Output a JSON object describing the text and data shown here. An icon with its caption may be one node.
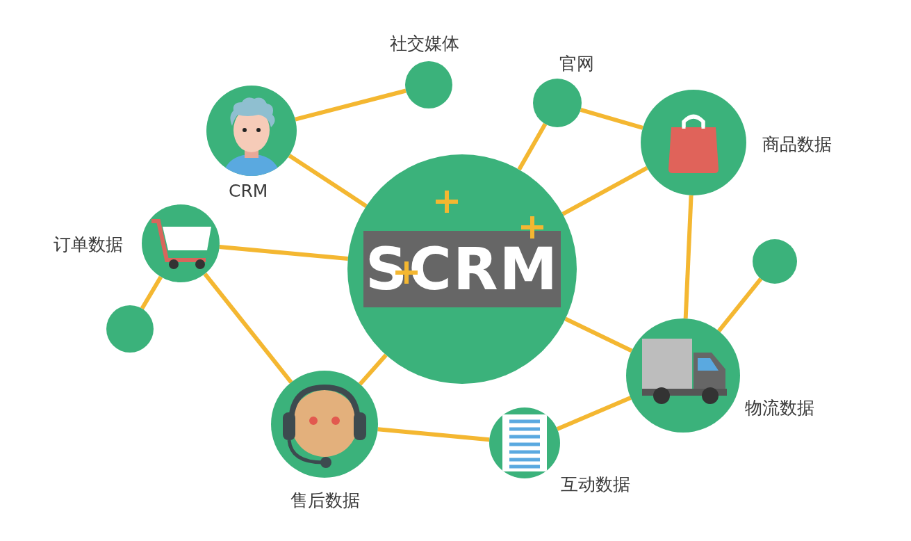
{
  "diagram": {
    "nodes": [
      {
        "text": [
          "SCRM"
        ]
      },
      {
        "text": [
          "CRM"
        ]
      },
      {
        "text": [
          "社交媒体"
        ]
      },
      {
        "text": [
          "官网"
        ]
      },
      {
        "text": [
          "商品数据"
        ]
      },
      {
        "text": [
          "订单数据"
        ]
      },
      {
        "text": [],
        "shape": "circle"
      },
      {
        "text": [
          "售后数据"
        ]
      },
      {
        "text": [
          "互动数据"
        ]
      },
      {
        "text": [
          "物流数据"
        ]
      },
      {
        "text": [],
        "shape": "circle"
      }
    ],
    "edges": [
      {
        "from": 1,
        "to": 2,
        "arrow": "none"
      },
      {
        "from": 1,
        "to": 0,
        "arrow": "none"
      },
      {
        "from": 3,
        "to": 0,
        "arrow": "none"
      },
      {
        "from": 3,
        "to": 4,
        "arrow": "none"
      },
      {
        "from": 4,
        "to": 0,
        "arrow": "none"
      },
      {
        "from": 4,
        "to": 9,
        "arrow": "none"
      },
      {
        "from": 5,
        "to": 0,
        "arrow": "none"
      },
      {
        "from": 5,
        "to": 6,
        "arrow": "none"
      },
      {
        "from": 5,
        "to": 7,
        "arrow": "none"
      },
      {
        "from": 7,
        "to": 0,
        "arrow": "none"
      },
      {
        "from": 7,
        "to": 8,
        "arrow": "none"
      },
      {
        "from": 8,
        "to": 9,
        "arrow": "none"
      },
      {
        "from": 9,
        "to": 0,
        "arrow": "none"
      },
      {
        "from": 9,
        "to": 10,
        "arrow": "none"
      }
    ]
  }
}
